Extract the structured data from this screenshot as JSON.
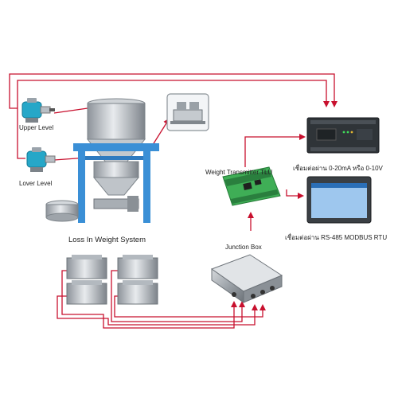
{
  "labels": {
    "upper_level": "Upper Level",
    "lover_level": "Lover Level",
    "loss_in_weight": "Loss In Weight System",
    "weight_transmitter": "Weight Transmitter TLU",
    "junction_box": "Junction Box",
    "analog_output": "เชื่อมต่อผ่าน 0-20mA หรือ 0-10V",
    "modbus_output": "เชื่อมต่อผ่าน RS-485 MODBUS RTU"
  },
  "colors": {
    "wire": "#c8102e",
    "frame": "#3a8fd6",
    "hopper": "#b9bec4",
    "plc_body": "#2f3438",
    "hmi_screen": "#9ec7ee",
    "pcb": "#3fae56"
  },
  "icons": {
    "level_sensor": "level-sensor-icon",
    "load_cell": "load-cell-icon",
    "plc": "plc-icon",
    "hmi": "hmi-panel-icon",
    "transmitter": "transmitter-board-icon",
    "junction_box": "junction-box-icon"
  }
}
